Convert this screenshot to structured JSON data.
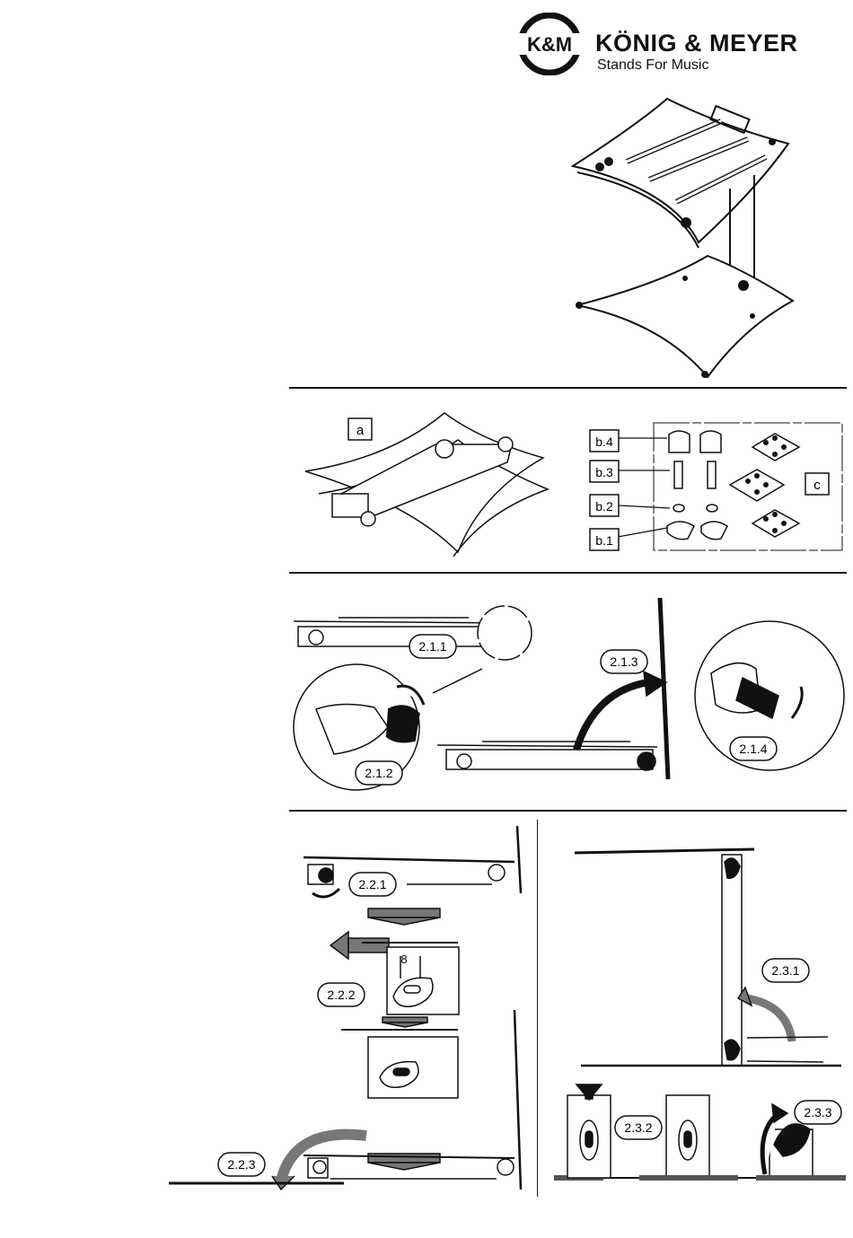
{
  "logo": {
    "emblem_text": "K&M",
    "brand": "KÖNIG & MEYER",
    "tagline": "Stands For Music"
  },
  "parts_labels": {
    "a": "a",
    "b4": "b.4",
    "b3": "b.3",
    "b2": "b.2",
    "b1": "b.1",
    "c": "c"
  },
  "steps": {
    "s211": "2.1.1",
    "s212": "2.1.2",
    "s213": "2.1.3",
    "s214": "2.1.4",
    "s221": "2.2.1",
    "s222": "2.2.2",
    "s223": "2.2.3",
    "s231": "2.3.1",
    "s232": "2.3.2",
    "s233": "2.3.3"
  },
  "dimension": "8"
}
